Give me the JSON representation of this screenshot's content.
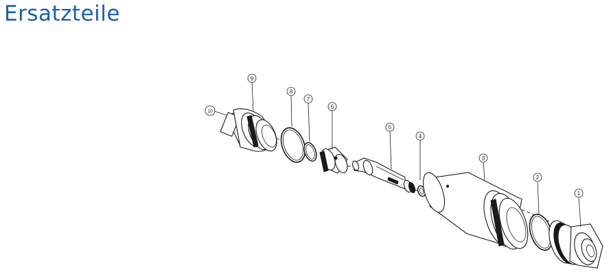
{
  "page": {
    "title": "Ersatzteile"
  },
  "diagram": {
    "callouts": [
      "1",
      "2",
      "3",
      "4",
      "5",
      "6",
      "7",
      "8",
      "9",
      "10"
    ]
  }
}
